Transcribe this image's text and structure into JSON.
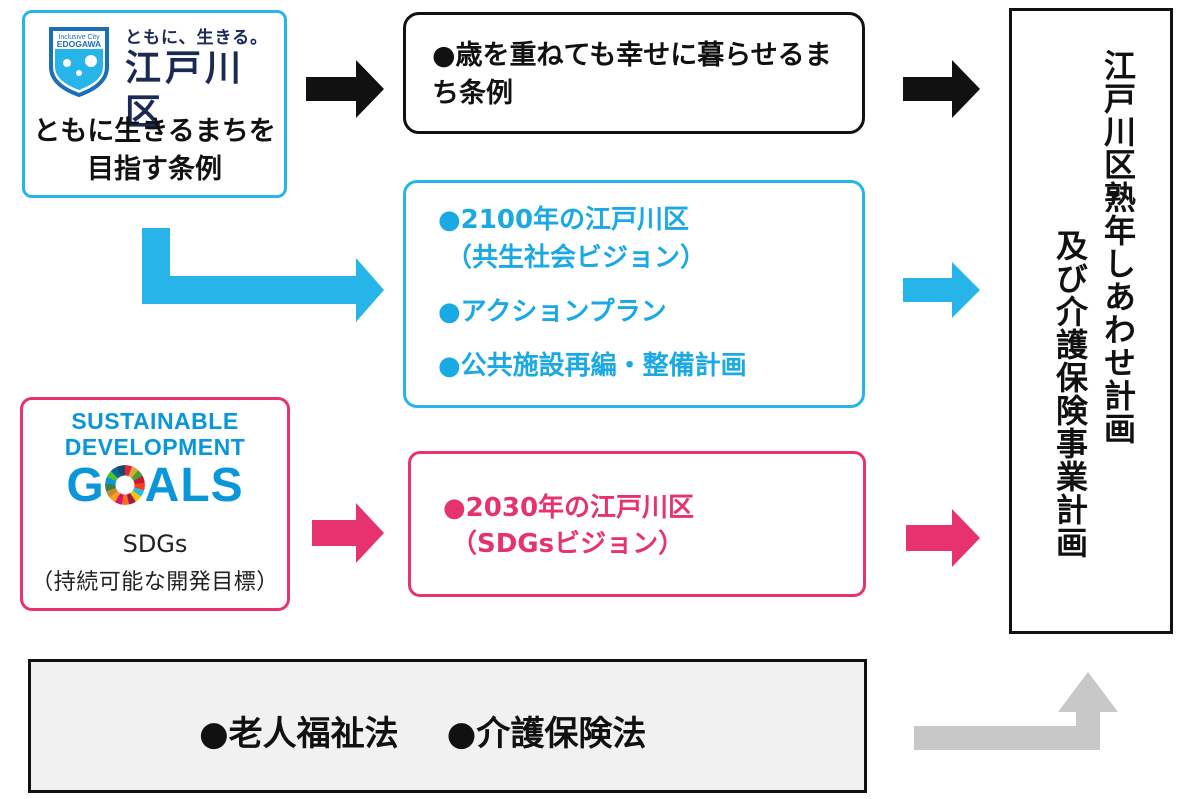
{
  "ordinance": {
    "logo_tagline": "ともに、生きる。",
    "logo_name": "江戸川区",
    "logo_badge_text": "EDOGAWA",
    "logo_badge_subtext": "Inclusive City",
    "title_line1": "ともに生きるまちを",
    "title_line2": "目指す条例"
  },
  "aging_ordinance": {
    "text": "●歳を重ねても幸せに暮らせるまち条例"
  },
  "vision": {
    "items": [
      "●2100年の江戸川区",
      "（共生社会ビジョン）",
      "●アクションプラン",
      "●公共施設再編・整備計画"
    ]
  },
  "sdgs": {
    "logo_line1": "SUSTAINABLE",
    "logo_line2": "DEVELOPMENT",
    "logo_goals_pre": "G",
    "logo_goals_post": "ALS",
    "abbr": "SDGs",
    "description": "（持続可能な開発目標）"
  },
  "sdg_vision": {
    "line1": "●2030年の江戸川区",
    "line2": "（SDGsビジョン）"
  },
  "laws": {
    "law1": "●老人福祉法",
    "law2": "●介護保険法"
  },
  "plan": {
    "col1": "江戸川区熟年しあわせ計画",
    "col2": "及び介護保険事業計画"
  },
  "colors": {
    "cyan": "#27b4e8",
    "pink": "#e6336f",
    "black": "#111111",
    "gray": "#c8c8c8"
  }
}
